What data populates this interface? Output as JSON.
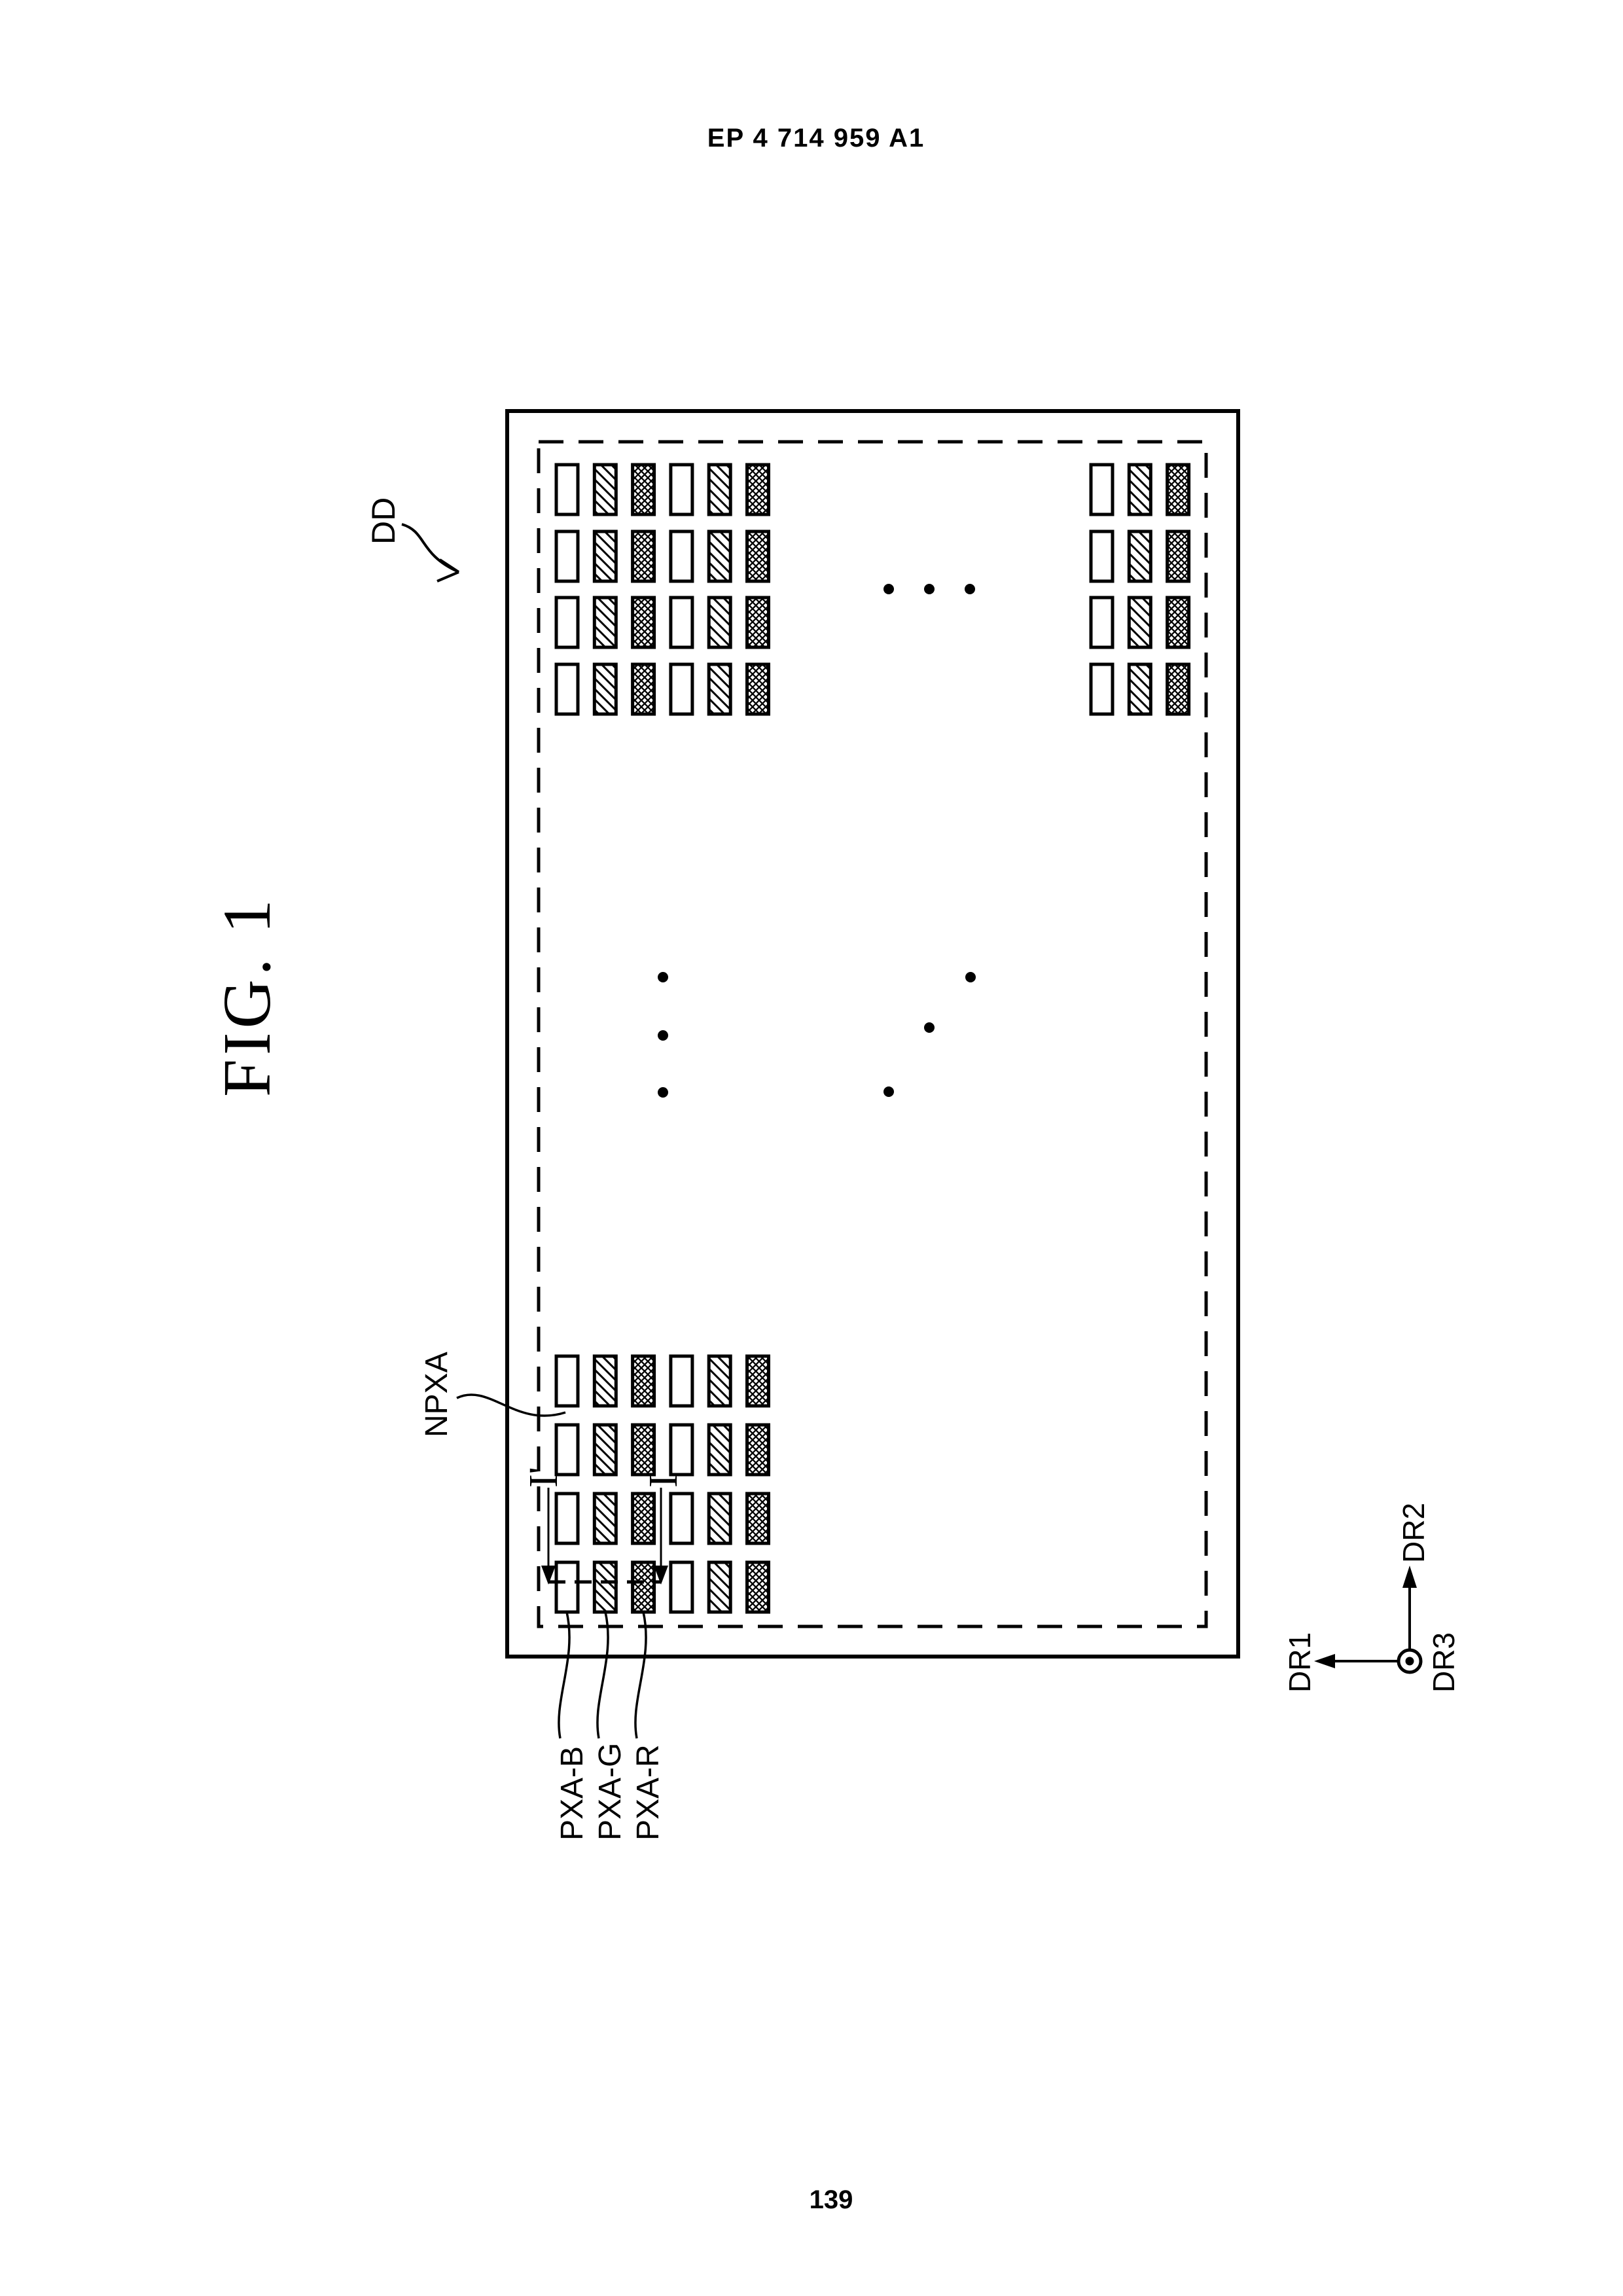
{
  "page": {
    "header": "EP 4 714 959 A1",
    "footer_page_number": "139"
  },
  "figure": {
    "title": "FIG. 1",
    "device_label": "DD",
    "non_pixel_area_label": "NPXA",
    "pixel_area_labels": {
      "blue": "PXA-B",
      "green": "PXA-G",
      "red": "PXA-R"
    },
    "section_labels": {
      "start": "I",
      "end": "I'"
    },
    "direction_labels": {
      "dr1": "DR1",
      "dr2": "DR2",
      "dr3": "DR3"
    },
    "subpixel_grid": {
      "pattern_sequence": [
        "blank",
        "diagonal-hatch",
        "cross-hatch"
      ],
      "groups": [
        {
          "id": "top-left",
          "cols": 6,
          "rows": 4
        },
        {
          "id": "top-right",
          "cols": 3,
          "rows": 4
        },
        {
          "id": "bottom-left",
          "cols": 6,
          "rows": 4
        }
      ]
    },
    "colors": {
      "ink": "#000000",
      "paper": "#ffffff"
    }
  }
}
